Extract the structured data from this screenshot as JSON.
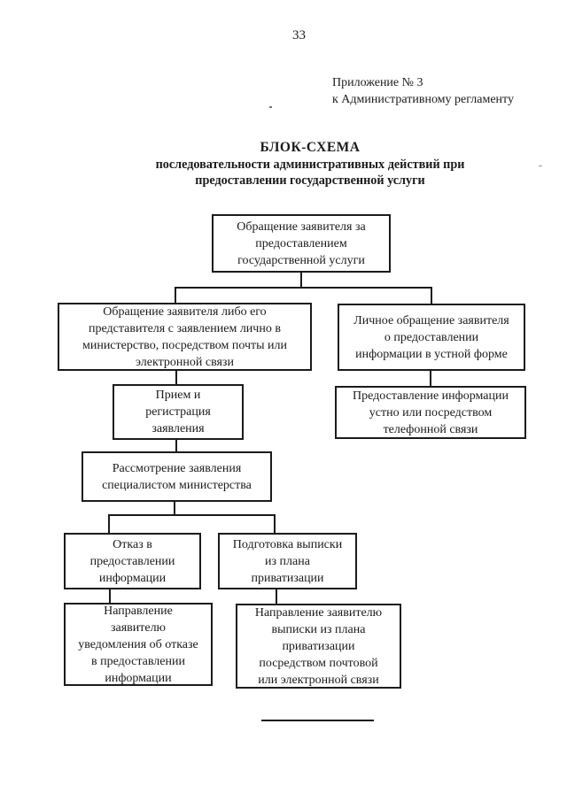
{
  "page": {
    "number": "33",
    "appendix": {
      "line1": "Приложение № 3",
      "line2": "к Административному регламенту"
    },
    "title": {
      "heading": "БЛОК-СХЕМА",
      "line2": "последовательности административных действий при",
      "line3": "предоставлении государственной услуги"
    }
  },
  "flowchart": {
    "nodes": [
      {
        "id": "application",
        "text": "Обращение заявителя за\nпредоставлением\nгосударственной услуги"
      },
      {
        "id": "written-application",
        "text": "Обращение заявителя либо его\nпредставителя с заявлением лично в\nминистерство, посредством почты или\nэлектронной связи"
      },
      {
        "id": "oral-application",
        "text": "Личное обращение заявителя\nо предоставлении\nинформации в устной форме"
      },
      {
        "id": "registration",
        "text": "Прием и\nрегистрация\nзаявления"
      },
      {
        "id": "oral-response",
        "text": "Предоставление информации\nустно или посредством\nтелефонной связи"
      },
      {
        "id": "review",
        "text": "Рассмотрение заявления\nспециалистом министерства"
      },
      {
        "id": "refusal",
        "text": "Отказ в\nпредоставлении\nинформации"
      },
      {
        "id": "extract-preparation",
        "text": "Подготовка выписки\nиз плана\nприватизации"
      },
      {
        "id": "refusal-notice",
        "text": "Направление\nзаявителю\nуведомления об отказе\nв предоставлении\nинформации"
      },
      {
        "id": "extract-sending",
        "text": "Направление заявителю\nвыписки из плана\nприватизации\nпосредством почтовой\nили электронной связи"
      }
    ]
  },
  "colors": {
    "ink": "#1b1b1b",
    "paper": "#ffffff"
  }
}
